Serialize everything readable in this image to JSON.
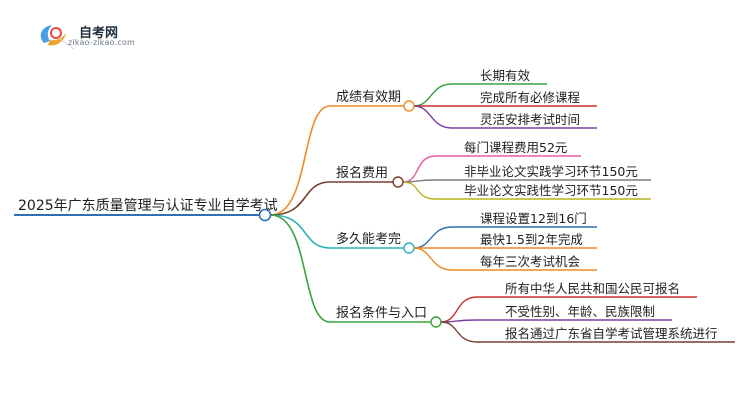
{
  "logo": {
    "title": "自考网",
    "subtitle": "zikao-zikao.com"
  },
  "root": {
    "label": "2025年广东质量管理与认证专业自学考试",
    "color": "#2f6fb2"
  },
  "branches": [
    {
      "label": "成绩有效期",
      "color": "#f08a24",
      "children": [
        {
          "label": "长期有效",
          "color": "#3aa23a"
        },
        {
          "label": "完成所有必修课程",
          "color": "#c9302c"
        },
        {
          "label": "灵活安排考试时间",
          "color": "#7b3fa0"
        }
      ]
    },
    {
      "label": "报名费用",
      "color": "#7a3e2b",
      "children": [
        {
          "label": "每门课程费用52元",
          "color": "#e85aa8"
        },
        {
          "label": "非毕业论文实践学习环节150元",
          "color": "#7f7f7f"
        },
        {
          "label": "毕业论文实践性学习环节150元",
          "color": "#b8b320"
        }
      ]
    },
    {
      "label": "多久能考完",
      "color": "#27b3b8",
      "children": [
        {
          "label": "课程设置12到16门",
          "color": "#2f6fb2"
        },
        {
          "label": "最快1.5到2年完成",
          "color": "#f08a24"
        },
        {
          "label": "每年三次考试机会",
          "color": "#f08a24"
        }
      ]
    },
    {
      "label": "报名条件与入口",
      "color": "#3aa23a",
      "children": [
        {
          "label": "所有中华人民共和国公民可报名",
          "color": "#c9302c"
        },
        {
          "label": "不受性别、年龄、民族限制",
          "color": "#7b3fa0"
        },
        {
          "label": "报名通过广东省自学考试管理系统进行",
          "color": "#7a3e2b"
        }
      ]
    }
  ]
}
